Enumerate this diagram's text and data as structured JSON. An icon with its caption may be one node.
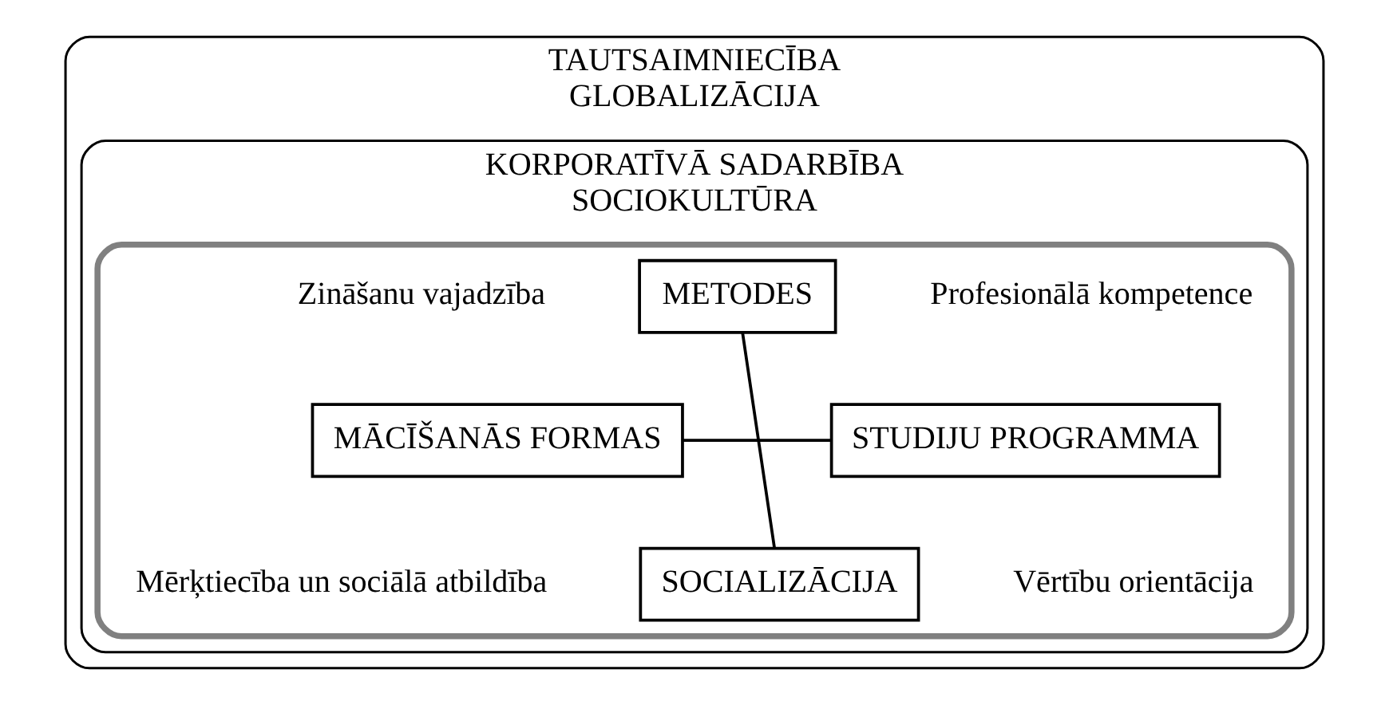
{
  "diagram": {
    "nodes": [
      {
        "text": [
          "TAUTSAIMNIECĪBA",
          "GLOBALIZĀCIJA"
        ]
      },
      {
        "text": [
          "KORPORATĪVĀ SADARBĪBA",
          "SOCIOKULTŪRA"
        ],
        "in": 0
      },
      {
        "text": [],
        "shape": "ellipse",
        "in": 1
      },
      {
        "text": [
          "METODES"
        ],
        "in": 2
      },
      {
        "text": [
          "MĀCĪŠANĀS FORMAS"
        ],
        "in": 2
      },
      {
        "text": [
          "STUDIJU PROGRAMMA"
        ],
        "in": 2
      },
      {
        "text": [
          "SOCIALIZĀCIJA"
        ],
        "in": 2
      }
    ],
    "edges": [
      {
        "from": 3,
        "to": 6,
        "arrow": "none"
      },
      {
        "from": 4,
        "to": 5,
        "arrow": "none"
      }
    ],
    "labels": [
      "Zināšanu vajadzība",
      "Profesionālā kompetence",
      "Mērķtiecība un sociālā atbildība",
      "Vērtību orientācija"
    ]
  }
}
